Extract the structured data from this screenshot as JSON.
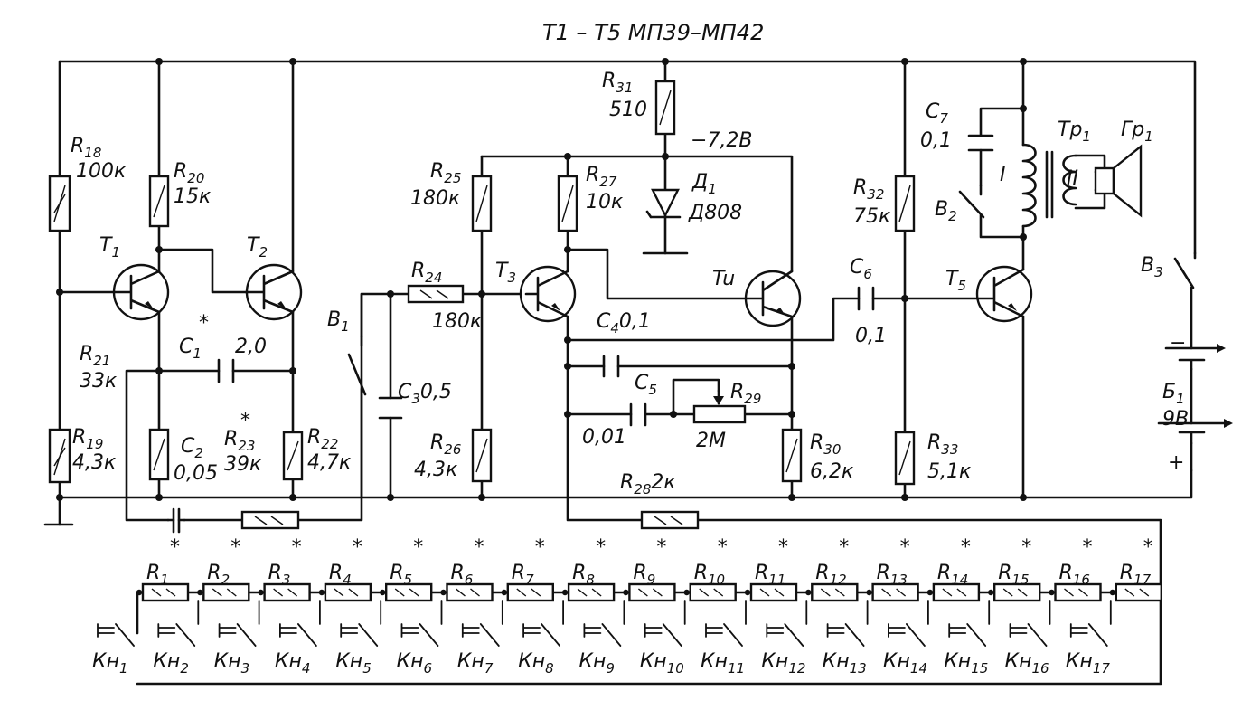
{
  "title": "T1 – T5 МП39–МП42",
  "transistors": {
    "T1": {
      "main": "T",
      "sub": "1"
    },
    "T2": {
      "main": "T",
      "sub": "2"
    },
    "T3": {
      "main": "T",
      "sub": "3"
    },
    "T4": {
      "main": "Tu",
      "sub": ""
    },
    "T5": {
      "main": "T",
      "sub": "5"
    }
  },
  "resistors": {
    "R18": {
      "name": "R",
      "sub": "18",
      "value": "100к"
    },
    "R19": {
      "name": "R",
      "sub": "19",
      "value": "4,3к"
    },
    "R20": {
      "name": "R",
      "sub": "20",
      "value": "15к"
    },
    "R21": {
      "name": "R",
      "sub": "21",
      "value": "33к"
    },
    "R22": {
      "name": "R",
      "sub": "22",
      "value": "4,7к"
    },
    "R23": {
      "name": "R",
      "sub": "23",
      "value": "39к"
    },
    "R24": {
      "name": "R",
      "sub": "24",
      "value": "180к"
    },
    "R25": {
      "name": "R",
      "sub": "25",
      "value": "180к"
    },
    "R26": {
      "name": "R",
      "sub": "26",
      "value": "4,3к"
    },
    "R27": {
      "name": "R",
      "sub": "27",
      "value": "10к"
    },
    "R28": {
      "name": "R",
      "sub": "28",
      "value": "2к"
    },
    "R29": {
      "name": "R",
      "sub": "29",
      "value": "2М"
    },
    "R30": {
      "name": "R",
      "sub": "30",
      "value": "6,2к"
    },
    "R31": {
      "name": "R",
      "sub": "31",
      "value": "510"
    },
    "R32": {
      "name": "R",
      "sub": "32",
      "value": "75к"
    },
    "R33": {
      "name": "R",
      "sub": "33",
      "value": "5,1к"
    }
  },
  "capacitors": {
    "C1": {
      "name": "C",
      "sub": "1",
      "value": "2,0"
    },
    "C2": {
      "name": "C",
      "sub": "2",
      "value": "0,05"
    },
    "C3": {
      "name": "C",
      "sub": "3",
      "value": "0,5"
    },
    "C4": {
      "name": "C",
      "sub": "4",
      "value": "0,1"
    },
    "C5": {
      "name": "C",
      "sub": "5",
      "value": "0,01"
    },
    "C6": {
      "name": "C",
      "sub": "6",
      "value": "0,1"
    },
    "C7": {
      "name": "C",
      "sub": "7",
      "value": "0,1"
    }
  },
  "diode": {
    "name": "Д",
    "sub": "1",
    "value": "Д808"
  },
  "voltage": "−7,2В",
  "switches": {
    "B1": {
      "name": "B",
      "sub": "1"
    },
    "B2": {
      "name": "B",
      "sub": "2"
    },
    "B3": {
      "name": "B",
      "sub": "3"
    }
  },
  "transformer": {
    "name": "Тр",
    "sub": "1",
    "primary": "I",
    "secondary": "II"
  },
  "speaker": {
    "name": "Гр",
    "sub": "1"
  },
  "battery": {
    "name": "Б",
    "sub": "1",
    "value": "9В",
    "minus": "−",
    "plus": "+"
  },
  "key_resistors": [
    {
      "name": "R",
      "sub": "1"
    },
    {
      "name": "R",
      "sub": "2"
    },
    {
      "name": "R",
      "sub": "3"
    },
    {
      "name": "R",
      "sub": "4"
    },
    {
      "name": "R",
      "sub": "5"
    },
    {
      "name": "R",
      "sub": "6"
    },
    {
      "name": "R",
      "sub": "7"
    },
    {
      "name": "R",
      "sub": "8"
    },
    {
      "name": "R",
      "sub": "9"
    },
    {
      "name": "R",
      "sub": "10"
    },
    {
      "name": "R",
      "sub": "11"
    },
    {
      "name": "R",
      "sub": "12"
    },
    {
      "name": "R",
      "sub": "13"
    },
    {
      "name": "R",
      "sub": "14"
    },
    {
      "name": "R",
      "sub": "15"
    },
    {
      "name": "R",
      "sub": "16"
    },
    {
      "name": "R",
      "sub": "17"
    }
  ],
  "keys": [
    {
      "name": "Кн",
      "sub": "1"
    },
    {
      "name": "Кн",
      "sub": "2"
    },
    {
      "name": "Кн",
      "sub": "3"
    },
    {
      "name": "Кн",
      "sub": "4"
    },
    {
      "name": "Кн",
      "sub": "5"
    },
    {
      "name": "Кн",
      "sub": "6"
    },
    {
      "name": "Кн",
      "sub": "7"
    },
    {
      "name": "Кн",
      "sub": "8"
    },
    {
      "name": "Кн",
      "sub": "9"
    },
    {
      "name": "Кн",
      "sub": "10"
    },
    {
      "name": "Кн",
      "sub": "11"
    },
    {
      "name": "Кн",
      "sub": "12"
    },
    {
      "name": "Кн",
      "sub": "13"
    },
    {
      "name": "Кн",
      "sub": "14"
    },
    {
      "name": "Кн",
      "sub": "15"
    },
    {
      "name": "Кн",
      "sub": "16"
    },
    {
      "name": "Кн",
      "sub": "17"
    }
  ],
  "star": "*"
}
